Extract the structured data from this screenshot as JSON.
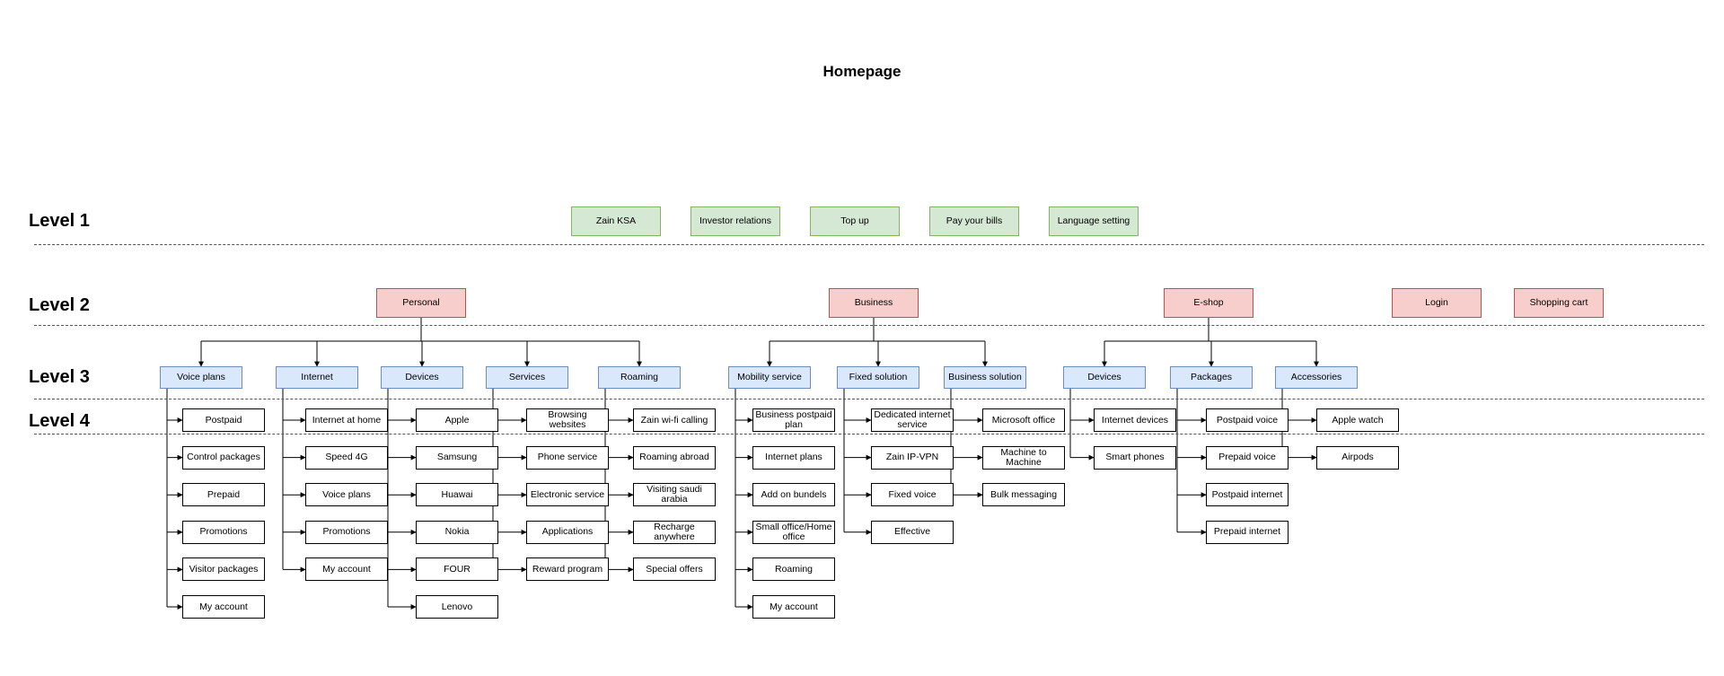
{
  "title": "Homepage",
  "levels": [
    "Level 1",
    "Level 2",
    "Level 3",
    "Level 4"
  ],
  "level1": [
    "Zain KSA",
    "Investor relations",
    "Top up",
    "Pay your bills",
    "Language setting"
  ],
  "level2": {
    "personal": "Personal",
    "business": "Business",
    "eshop": "E-shop",
    "login": "Login",
    "cart": "Shopping cart"
  },
  "level3": {
    "personal": [
      "Voice plans",
      "Internet",
      "Devices",
      "Services",
      "Roaming"
    ],
    "business": [
      "Mobility service",
      "Fixed solution",
      "Business solution"
    ],
    "eshop": [
      "Devices",
      "Packages",
      "Accessories"
    ]
  },
  "level4": {
    "voice_plans": [
      "Postpaid",
      "Control packages",
      "Prepaid",
      "Promotions",
      "Visitor packages",
      "My account"
    ],
    "internet": [
      "Internet at home",
      "Speed 4G",
      "Voice plans",
      "Promotions",
      "My account"
    ],
    "devices": [
      "Apple",
      "Samsung",
      "Huawai",
      "Nokia",
      "FOUR",
      "Lenovo"
    ],
    "services": [
      "Browsing websites",
      "Phone service",
      "Electronic service",
      "Applications",
      "Reward program"
    ],
    "roaming": [
      "Zain wi-fi calling",
      "Roaming abroad",
      "Visiting saudi arabia",
      "Recharge anywhere",
      "Special offers"
    ],
    "mobility": [
      "Business postpaid plan",
      "Internet plans",
      "Add on bundels",
      "Small office/Home office",
      "Roaming",
      "My account"
    ],
    "fixed": [
      "Dedicated internet service",
      "Zain IP-VPN",
      "Fixed voice",
      "Effective"
    ],
    "business_solution": [
      "Microsoft office",
      "Machine to Machine",
      "Bulk messaging"
    ],
    "eshop_devices": [
      "Internet devices",
      "Smart phones"
    ],
    "packages": [
      "Postpaid voice",
      "Prepaid voice",
      "Postpaid internet",
      "Prepaid internet"
    ],
    "accessories": [
      "Apple watch",
      "Airpods"
    ]
  },
  "colors": {
    "level1_fill": "#d5e8d4",
    "level1_stroke": "#82b366",
    "level2_fill": "#f8cecc",
    "level2_stroke": "#b85450",
    "level3_fill": "#dae8fc",
    "level3_stroke": "#6c8ebf",
    "level4_fill": "#ffffff",
    "level4_stroke": "#000000"
  }
}
